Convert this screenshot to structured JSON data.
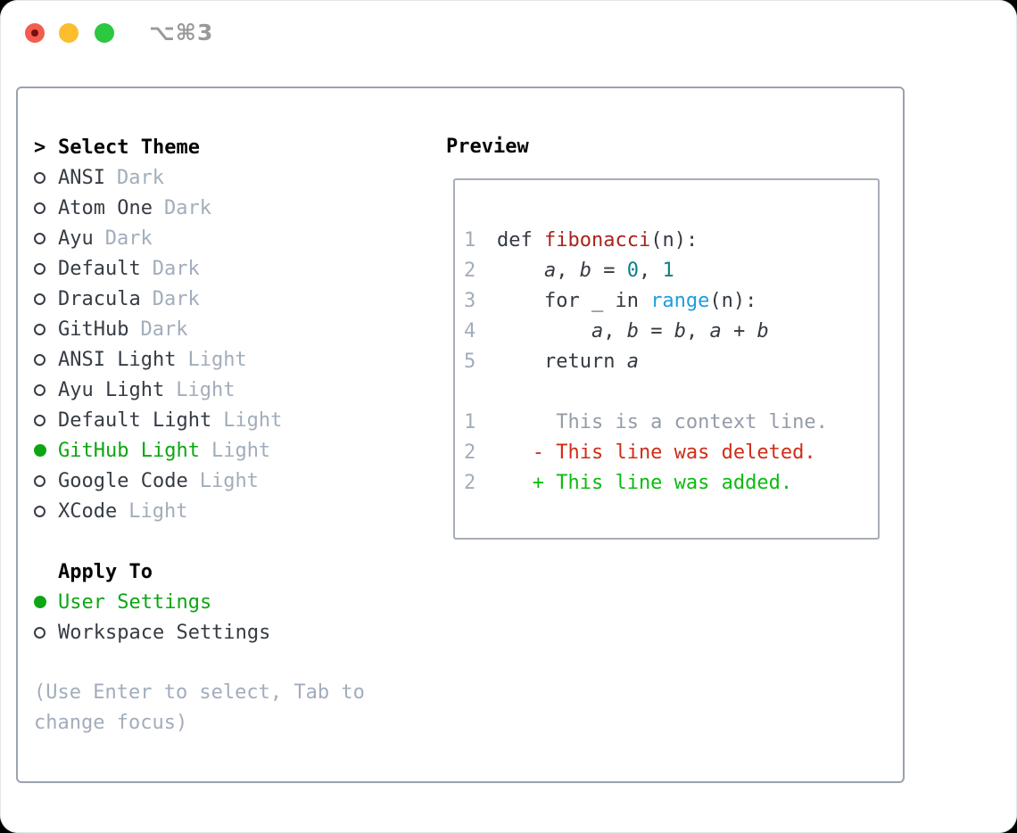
{
  "titlebar": {
    "title": "⌥⌘3"
  },
  "colors": {
    "heading_black": "#050505",
    "text_dark": "#363c44",
    "code_dark": "#343a42",
    "muted_gray": "#a2adbb",
    "context_gray": "#949ca8",
    "selected_green": "#0ca613",
    "added_green": "#0cbb10",
    "deleted_red": "#cf2d17",
    "func_red": "#a8241d",
    "number_teal": "#0d7f88",
    "builtin_blue": "#1e9ddb",
    "panel_border": "#9aa2ae",
    "preview_border": "#a7adb8",
    "title_gray": "#98999c",
    "light_red": "#f35c51",
    "light_red_dot": "#77100c",
    "light_yellow": "#fcbd2f",
    "light_green": "#2bc840"
  },
  "sidebar": {
    "header": {
      "prompt": ">",
      "label": "Select Theme"
    },
    "themes": [
      {
        "name": "ANSI",
        "variant": "Dark",
        "selected": false
      },
      {
        "name": "Atom One",
        "variant": "Dark",
        "selected": false
      },
      {
        "name": "Ayu",
        "variant": "Dark",
        "selected": false
      },
      {
        "name": "Default",
        "variant": "Dark",
        "selected": false
      },
      {
        "name": "Dracula",
        "variant": "Dark",
        "selected": false
      },
      {
        "name": "GitHub",
        "variant": "Dark",
        "selected": false
      },
      {
        "name": "ANSI Light",
        "variant": "Light",
        "selected": false
      },
      {
        "name": "Ayu Light",
        "variant": "Light",
        "selected": false
      },
      {
        "name": "Default Light",
        "variant": "Light",
        "selected": false
      },
      {
        "name": "GitHub Light",
        "variant": "Light",
        "selected": true
      },
      {
        "name": "Google Code",
        "variant": "Light",
        "selected": false
      },
      {
        "name": "XCode",
        "variant": "Light",
        "selected": false
      }
    ],
    "apply_to": {
      "label": "Apply To",
      "options": [
        {
          "label": "User Settings",
          "selected": true
        },
        {
          "label": "Workspace Settings",
          "selected": false
        }
      ]
    },
    "hint": "(Use Enter to select, Tab to change focus)"
  },
  "preview": {
    "title": "Preview",
    "code_lines": [
      {
        "num": "1",
        "segments": [
          [
            "def ",
            "plain"
          ],
          [
            "fibonacci",
            "func"
          ],
          [
            "(n):",
            "plain"
          ]
        ]
      },
      {
        "num": "2",
        "segments": [
          [
            "    ",
            "plain"
          ],
          [
            "a",
            "var"
          ],
          [
            ", ",
            "plain"
          ],
          [
            "b",
            "var"
          ],
          [
            " = ",
            "plain"
          ],
          [
            "0",
            "num"
          ],
          [
            ", ",
            "plain"
          ],
          [
            "1",
            "num"
          ]
        ]
      },
      {
        "num": "3",
        "segments": [
          [
            "    for _ in ",
            "plain"
          ],
          [
            "range",
            "builtin"
          ],
          [
            "(n):",
            "plain"
          ]
        ]
      },
      {
        "num": "4",
        "segments": [
          [
            "        ",
            "plain"
          ],
          [
            "a",
            "var"
          ],
          [
            ", ",
            "plain"
          ],
          [
            "b",
            "var"
          ],
          [
            " = ",
            "plain"
          ],
          [
            "b",
            "var"
          ],
          [
            ", ",
            "plain"
          ],
          [
            "a",
            "var"
          ],
          [
            " + ",
            "plain"
          ],
          [
            "b",
            "var"
          ]
        ]
      },
      {
        "num": "5",
        "segments": [
          [
            "    return ",
            "plain"
          ],
          [
            "a",
            "var"
          ]
        ]
      },
      {
        "num": "",
        "segments": []
      },
      {
        "num": "1",
        "segments": [
          [
            "     This is a context line.",
            "context"
          ]
        ]
      },
      {
        "num": "2",
        "segments": [
          [
            "   - This line was deleted.",
            "deleted"
          ]
        ]
      },
      {
        "num": "2",
        "segments": [
          [
            "   + This line was added.",
            "added"
          ]
        ]
      }
    ]
  }
}
